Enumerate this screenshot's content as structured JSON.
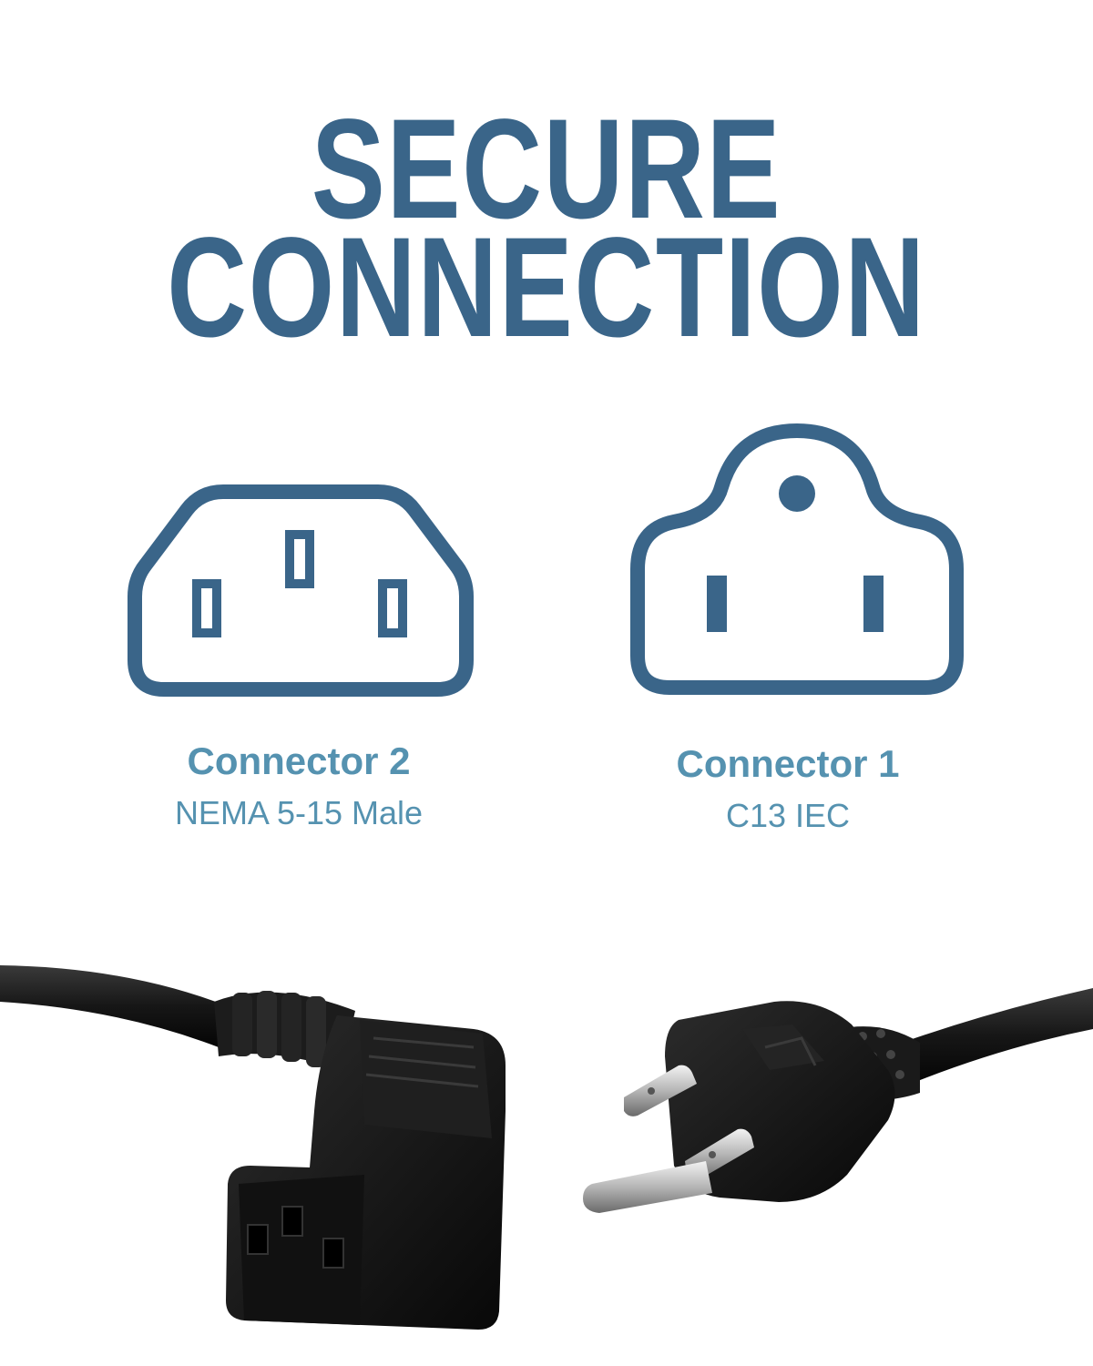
{
  "headline": {
    "line1": "SECURE",
    "line2": "CONNECTION"
  },
  "connectors": [
    {
      "title": "Connector 2",
      "subtitle": "NEMA 5-15 Male",
      "icon": "c13-iec-outline-icon"
    },
    {
      "title": "Connector 1",
      "subtitle": "C13 IEC",
      "icon": "nema-5-15-outlet-outline-icon"
    }
  ],
  "colors": {
    "headline": "#3a6589",
    "label": "#5592b0",
    "icon_stroke": "#3a6589",
    "background": "#ffffff",
    "cable": "#1a1a1a"
  },
  "photo": {
    "left_item": "right-angle-c13-connector",
    "right_item": "nema-5-15-plug"
  }
}
